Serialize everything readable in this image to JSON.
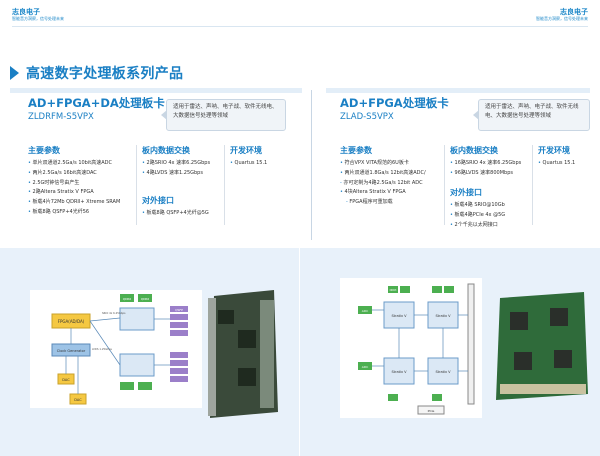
{
  "header": {
    "brand_left": "志良电子",
    "brand_left_sub": "智能音方洞察，信号处理未来",
    "brand_right": "志良电子",
    "brand_right_sub": "智能音方洞察，信号处理未来"
  },
  "section_title": "高速数字处理板系列产品",
  "left_card": {
    "title": "AD+FPGA+DA处理板卡",
    "model": "ZLDRFM-S5VPX",
    "application": "适用于雷达、声呐、电子战、软件无线电、大数据信号处理等领域",
    "main_params": {
      "heading": "主要参数",
      "items": [
        "单片双通道2.5Ga/s 10bit高速ADC",
        "两片2.5Ga/s 16bit高速DAC",
        "2.5G时钟信号由产生",
        "2路Altera Stratix V FPGA",
        "板载4片72Mb QDRII+ Xtreme SRAM",
        "板载8路 QSFP+4光纤56"
      ]
    },
    "onboard": {
      "heading": "板内数据交换",
      "items": [
        "2路SRIO 4x 速率6.25Gbps",
        "4路LVDS 速率1.25Gbps"
      ]
    },
    "external": {
      "heading": "对外接口",
      "items": [
        "板载8路 QSFP+4光纤@5G"
      ]
    },
    "dev_env": {
      "heading": "开发环境",
      "items": [
        "Quartus 15.1"
      ]
    }
  },
  "right_card": {
    "title": "AD+FPGA处理板卡",
    "model": "ZLAD-S5VPX",
    "application": "适用于雷达、声呐、电子战、软件无线电、大数据信号处理等领域",
    "main_params": {
      "heading": "主要参数",
      "items": [
        "符合VPX VITA规范的6U板卡",
        "两片双通道1.8Ga/s 12bit高速ADC/",
        "亦可定制为4路2.5Ga/s 12bit ADC",
        "4块Altera Stratix V FPGA"
      ],
      "sub_items": [
        "FPGA程序可重加载"
      ]
    },
    "onboard": {
      "heading": "板内数据交换",
      "items": [
        "16路SRIO 4x 速率6.25Gbps",
        "96路LVDS 速率800Mbps"
      ]
    },
    "external": {
      "heading": "对外接口",
      "items": [
        "板载4路 SRIO@10Gb",
        "板载4路PCIe 4x @5G",
        "2个千兆以太网接口"
      ]
    },
    "dev_env": {
      "heading": "开发环境",
      "items": [
        "Quartus 15.1"
      ]
    }
  },
  "left_diagram": {
    "fpga_main": "FPGA(AD/DA)",
    "clock": "Clock Generator",
    "dac1": "DAC",
    "dac2": "DAC",
    "adc": "ADC",
    "qsfp": "QSFP",
    "sram": "QDRII",
    "links": [
      "SRIO 4x 6.25Gbps",
      "LVDS 1.25Gbps"
    ]
  },
  "right_diagram": {
    "fpga_labels": [
      "Stratix V",
      "Stratix V",
      "Stratix V",
      "Stratix V"
    ],
    "adc": "ADC",
    "ddr": "DDR3",
    "pcie": "PCIe"
  },
  "colors": {
    "accent": "#1a7fc4",
    "panel_bg": "#e8f1fa",
    "fpga_yellow": "#f5c842",
    "green": "#4caf50"
  }
}
